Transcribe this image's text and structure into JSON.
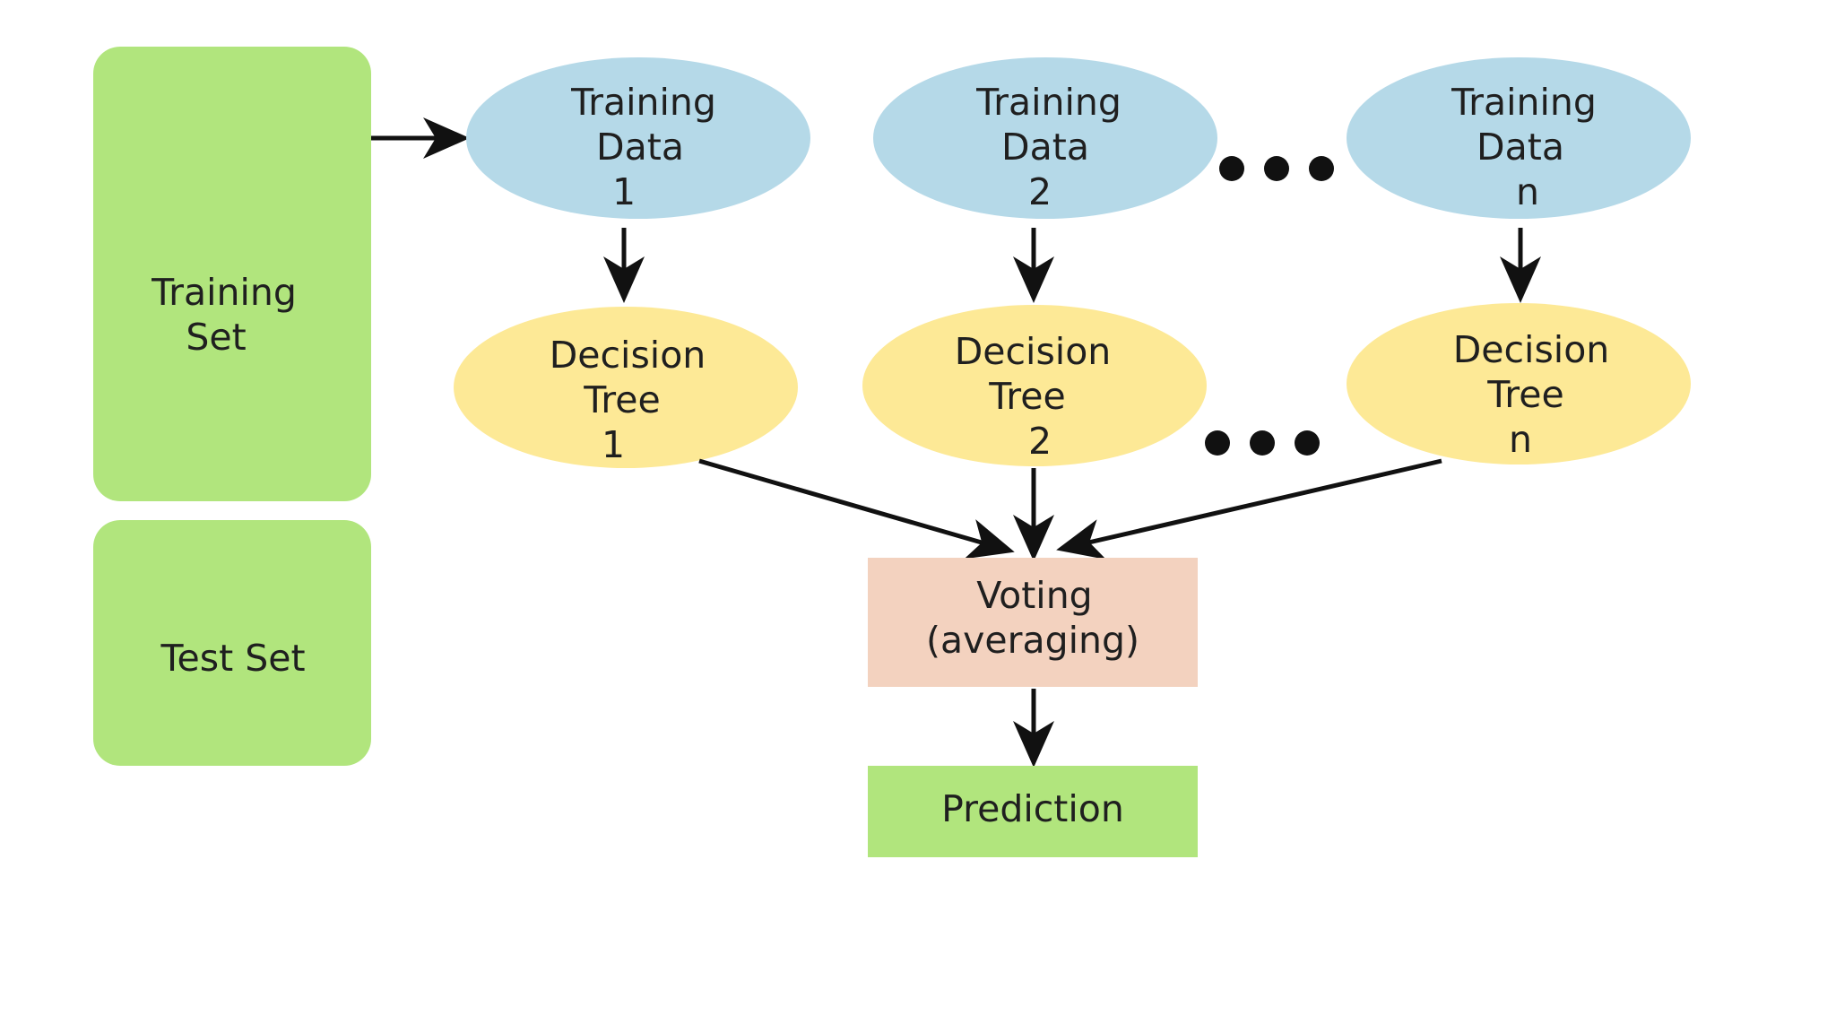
{
  "diagram": {
    "colors": {
      "set_box": "#b1e57d",
      "training_data": "#b5d9e8",
      "decision_tree": "#fde996",
      "voting": "#f3d2bf",
      "prediction": "#b1e57d",
      "arrow": "#111111",
      "text": "#1f1f1f"
    },
    "training_set": {
      "line1": "Training",
      "line2": "Set"
    },
    "test_set": {
      "label": "Test Set"
    },
    "training_data": [
      {
        "line1": "Training",
        "line2": "Data",
        "line3": "1"
      },
      {
        "line1": "Training",
        "line2": "Data",
        "line3": "2"
      },
      {
        "line1": "Training",
        "line2": "Data",
        "line3": "n"
      }
    ],
    "decision_trees": [
      {
        "line1": "Decision",
        "line2": "Tree",
        "line3": "1"
      },
      {
        "line1": "Decision",
        "line2": "Tree",
        "line3": "2"
      },
      {
        "line1": "Decision",
        "line2": "Tree",
        "line3": "n"
      }
    ],
    "voting": {
      "line1": "Voting",
      "line2": "(averaging)"
    },
    "prediction": {
      "label": "Prediction"
    }
  }
}
